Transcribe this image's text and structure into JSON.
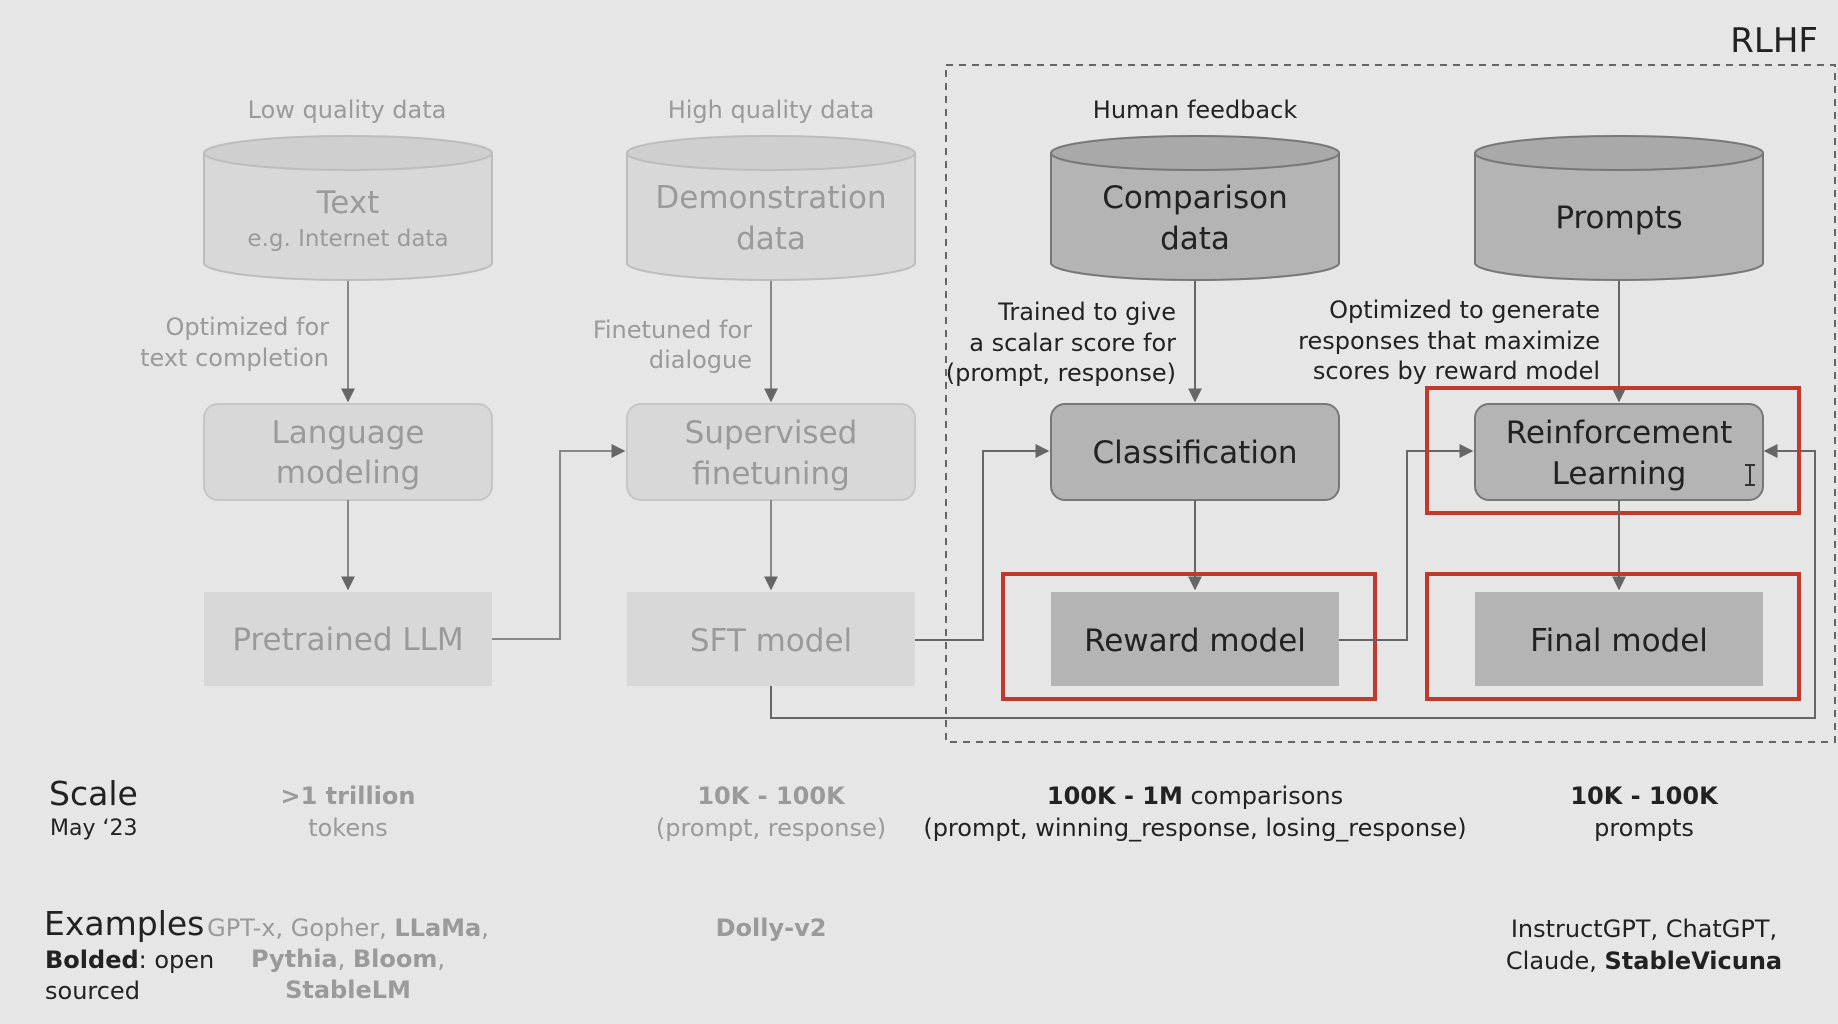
{
  "section_title": "RLHF",
  "stages": {
    "pretraining": {
      "data_label": "Low quality data",
      "data_title": "Text",
      "data_subtitle": "e.g. Internet data",
      "edge_label_1": "Optimized for",
      "edge_label_2": "text completion",
      "process_line1": "Language",
      "process_line2": "modeling",
      "output": "Pretrained LLM"
    },
    "sft": {
      "data_label": "High quality data",
      "data_line1": "Demonstration",
      "data_line2": "data",
      "edge_label_1": "Finetuned for",
      "edge_label_2": "dialogue",
      "process_line1": "Supervised",
      "process_line2": "finetuning",
      "output": "SFT model"
    },
    "reward": {
      "data_label": "Human feedback",
      "data_line1": "Comparison",
      "data_line2": "data",
      "edge_label_1": "Trained to give",
      "edge_label_2": "a scalar score for",
      "edge_label_3": "(prompt, response)",
      "process": "Classification",
      "output": "Reward model"
    },
    "rl": {
      "data": "Prompts",
      "edge_label_1": "Optimized to generate",
      "edge_label_2": "responses that maximize",
      "edge_label_3": "scores by reward model",
      "process_line1": "Reinforcement",
      "process_line2": "Learning",
      "output": "Final model"
    }
  },
  "scale": {
    "label": "Scale",
    "date": "May ‘23",
    "pretraining": {
      "bold": ">1 trillion",
      "rest": "tokens"
    },
    "sft": {
      "bold": "10K - 100K",
      "rest": "(prompt, response)"
    },
    "reward": {
      "bold": "100K - 1M",
      "bold_suffix": " comparisons",
      "rest": "(prompt, winning_response, losing_response)"
    },
    "rl": {
      "bold": "10K - 100K",
      "rest": "prompts"
    }
  },
  "examples": {
    "label": "Examples",
    "note_bold": "Bolded",
    "note_rest_1": ": open",
    "note_rest_2": "sourced",
    "pretraining": {
      "line1_plain": "GPT-x, Gopher, ",
      "line1_bold": "LLaMa",
      "line1_tail": ",",
      "line2_b1": "Pythia",
      "line2_sep1": ", ",
      "line2_b2": "Bloom",
      "line2_sep2": ", ",
      "line2_b3": "StableLM"
    },
    "sft": {
      "bold": "Dolly-v2"
    },
    "rl": {
      "line1": "InstructGPT, ChatGPT,",
      "line2_plain": "Claude, ",
      "line2_bold": "StableVicuna"
    }
  },
  "colors": {
    "background": "#e6e6e6",
    "faded_box": "#d8d8d8",
    "faded_text": "#9a9a9a",
    "active_box": "#b4b4b4",
    "active_text": "#222222",
    "highlight": "#c0392b",
    "arrow": "#666666"
  }
}
